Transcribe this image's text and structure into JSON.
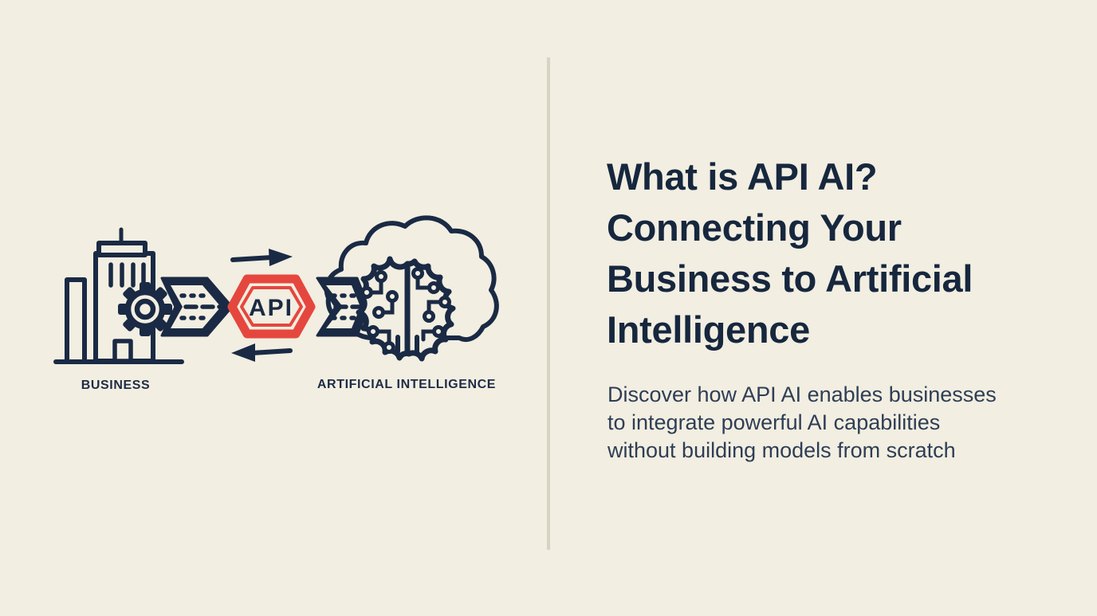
{
  "page": {
    "background_color": "#f2eee1",
    "divider_color": "#d9d3c2"
  },
  "colors": {
    "navy": "#1a2a44",
    "red": "#e5473e",
    "headline_text": "#16273e",
    "subtitle_text": "#2e3e55"
  },
  "diagram": {
    "business_label": "BUSINESS",
    "ai_label": "ARTIFICIAL INTELLIGENCE",
    "api_label": "API",
    "icons": [
      "building-icon",
      "gear-icon",
      "data-flow-band-left-icon",
      "data-flow-band-right-icon",
      "api-hexagon-icon",
      "arrow-right-icon",
      "arrow-left-icon",
      "cloud-icon",
      "circuit-brain-icon"
    ]
  },
  "content": {
    "headline": "What is API AI?\nConnecting Your\nBusiness to Artificial\nIntelligence",
    "subtitle": "Discover how API AI enables businesses\nto integrate powerful AI capabilities\nwithout building models from scratch"
  }
}
